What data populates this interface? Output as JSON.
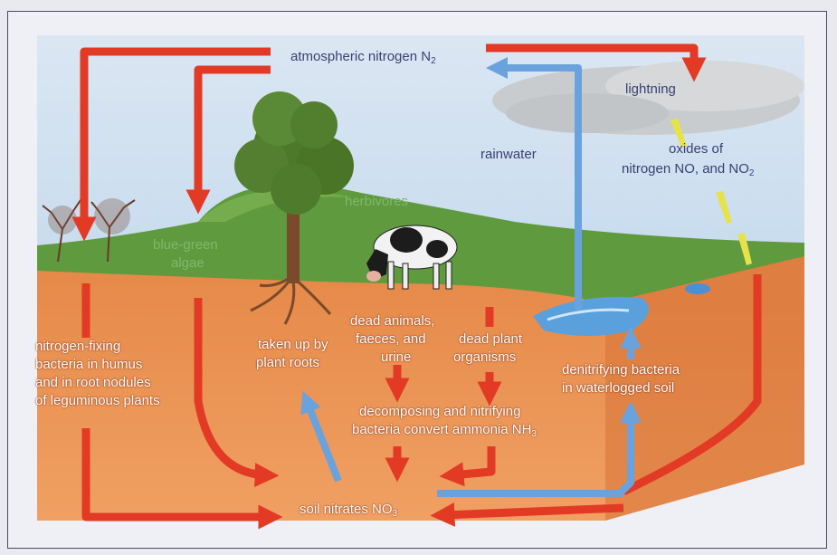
{
  "labels": {
    "atmospheric_nitrogen": "atmospheric nitrogen N",
    "atmospheric_nitrogen_sub": "2",
    "lightning": "lightning",
    "rainwater": "rainwater",
    "oxides_line1": "oxides of",
    "oxides_line2": "nitrogen NO, and NO",
    "oxides_line2_sub": "2",
    "herbivores": "herbivores",
    "blue_green_line1": "blue-green",
    "blue_green_line2": "algae",
    "nitrogen_fixing_line1": "nitrogen-fixing",
    "nitrogen_fixing_line2": "bacteria in humus",
    "nitrogen_fixing_line3": "and in root nodules",
    "nitrogen_fixing_line4": "of leguminous plants",
    "taken_up_line1": "taken up by",
    "taken_up_line2": "plant roots",
    "dead_animals_line1": "dead animals,",
    "dead_animals_line2": "faeces, and",
    "dead_animals_line3": "urine",
    "dead_plant_line1": "dead plant",
    "dead_plant_line2": "organisms",
    "denitrifying_line1": "denitrifying bacteria",
    "denitrifying_line2": "in waterlogged soil",
    "decomposing_line1": "decomposing and nitrifying",
    "decomposing_line2": "bacteria convert ammonia NH",
    "decomposing_line2_sub": "3",
    "soil_nitrates": "soil nitrates NO",
    "soil_nitrates_sub": "3"
  },
  "colors": {
    "nitrogen_arrow": "#e23a24",
    "water_arrow": "#6aa2de",
    "soil": "#e78a4c",
    "grass": "#5f9a3e",
    "sky": "#cfe0f0"
  },
  "icons": [
    "tree-icon",
    "cow-icon",
    "shrub-icon",
    "lightning-bolt-icon",
    "cloud-icon",
    "pond-icon"
  ]
}
